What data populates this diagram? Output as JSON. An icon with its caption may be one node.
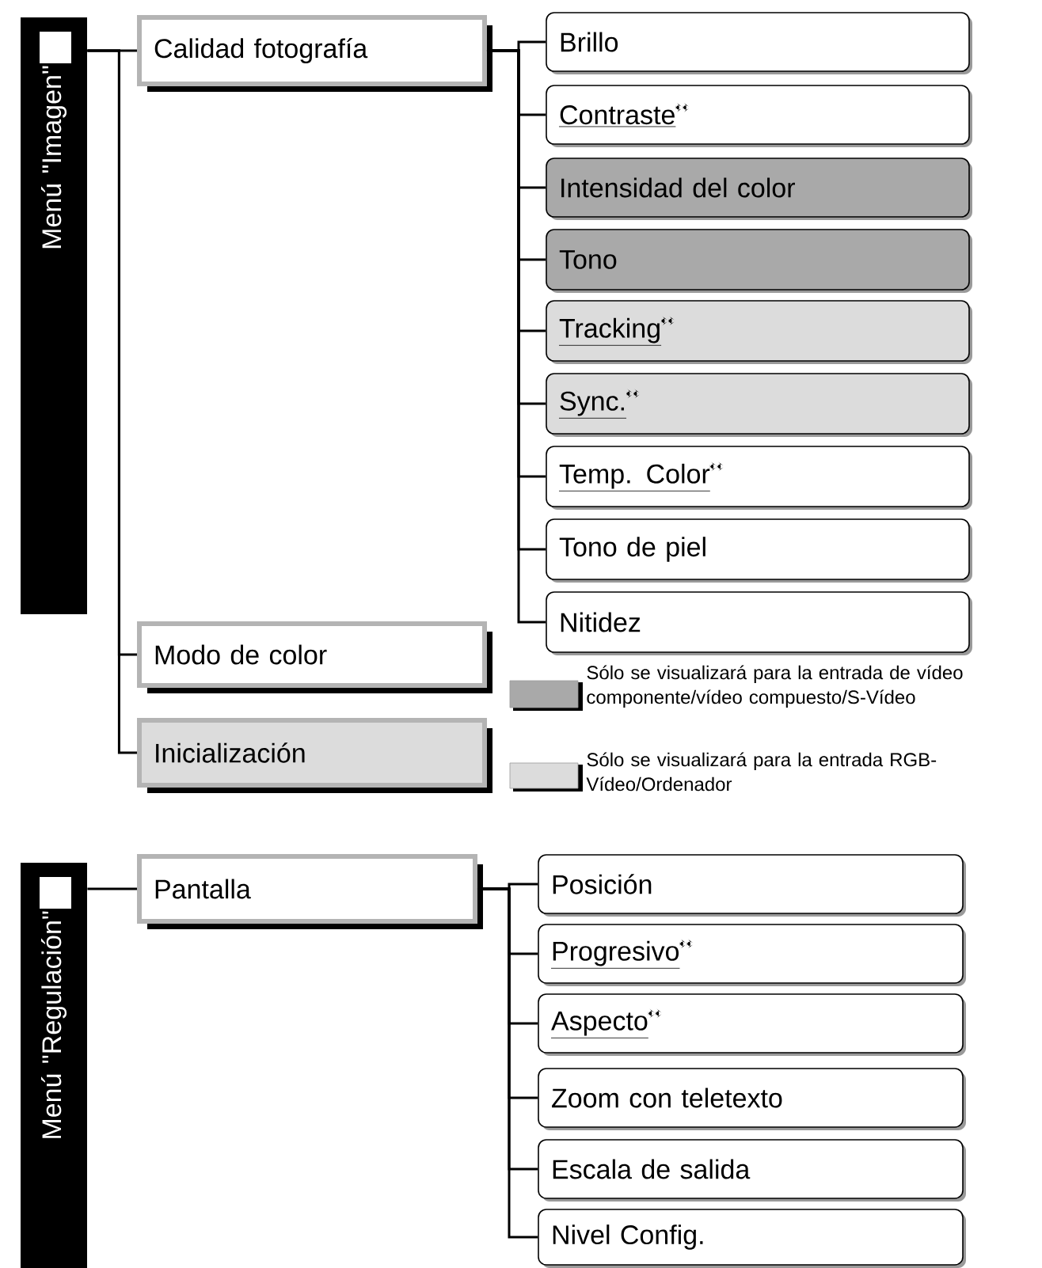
{
  "diagram": {
    "nodes": [
      {
        "text": [
          "Menú \"Imagen\""
        ]
      },
      {
        "text": [
          "Calidad fotografía"
        ]
      },
      {
        "text": [
          "Brillo"
        ]
      },
      {
        "text": [
          "Contraste"
        ]
      },
      {
        "text": [
          "Intensidad del color"
        ]
      },
      {
        "text": [
          "Tono"
        ]
      },
      {
        "text": [
          "Tracking"
        ]
      },
      {
        "text": [
          "Sync."
        ]
      },
      {
        "text": [
          "Temp. Color"
        ]
      },
      {
        "text": [
          "Tono de piel"
        ]
      },
      {
        "text": [
          "Nitidez"
        ]
      },
      {
        "text": [
          "Modo de color"
        ]
      },
      {
        "text": [
          "Inicialización"
        ]
      },
      {
        "text": [
          "Menú \"Regulación\""
        ]
      },
      {
        "text": [
          "Pantalla"
        ]
      },
      {
        "text": [
          "Posición"
        ]
      },
      {
        "text": [
          "Progresivo"
        ]
      },
      {
        "text": [
          "Aspecto"
        ]
      },
      {
        "text": [
          "Zoom con teletexto"
        ]
      },
      {
        "text": [
          "Escala de salida"
        ]
      },
      {
        "text": [
          "Nivel Config."
        ]
      }
    ],
    "edges": [
      {
        "from": 0,
        "to": 1,
        "arrow": "none"
      },
      {
        "from": 0,
        "to": 11,
        "arrow": "none"
      },
      {
        "from": 0,
        "to": 12,
        "arrow": "none"
      },
      {
        "from": 1,
        "to": 2,
        "arrow": "none"
      },
      {
        "from": 1,
        "to": 3,
        "arrow": "none"
      },
      {
        "from": 1,
        "to": 4,
        "arrow": "none"
      },
      {
        "from": 1,
        "to": 5,
        "arrow": "none"
      },
      {
        "from": 1,
        "to": 6,
        "arrow": "none"
      },
      {
        "from": 1,
        "to": 7,
        "arrow": "none"
      },
      {
        "from": 1,
        "to": 8,
        "arrow": "none"
      },
      {
        "from": 1,
        "to": 9,
        "arrow": "none"
      },
      {
        "from": 1,
        "to": 10,
        "arrow": "none"
      },
      {
        "from": 13,
        "to": 14,
        "arrow": "none"
      },
      {
        "from": 14,
        "to": 15,
        "arrow": "none"
      },
      {
        "from": 14,
        "to": 16,
        "arrow": "none"
      },
      {
        "from": 14,
        "to": 17,
        "arrow": "none"
      },
      {
        "from": 14,
        "to": 18,
        "arrow": "none"
      },
      {
        "from": 14,
        "to": 19,
        "arrow": "none"
      },
      {
        "from": 14,
        "to": 20,
        "arrow": "none"
      }
    ],
    "legend": [
      {
        "text": "Sólo se visualizará para la entrada de vídeo componente/vídeo compuesto/S-Vídeo",
        "color": "#a9a9a9"
      },
      {
        "text": "Sólo se visualizará para la entrada RGB-Vídeo/Ordenador",
        "color": "#dcdcdc"
      }
    ]
  }
}
